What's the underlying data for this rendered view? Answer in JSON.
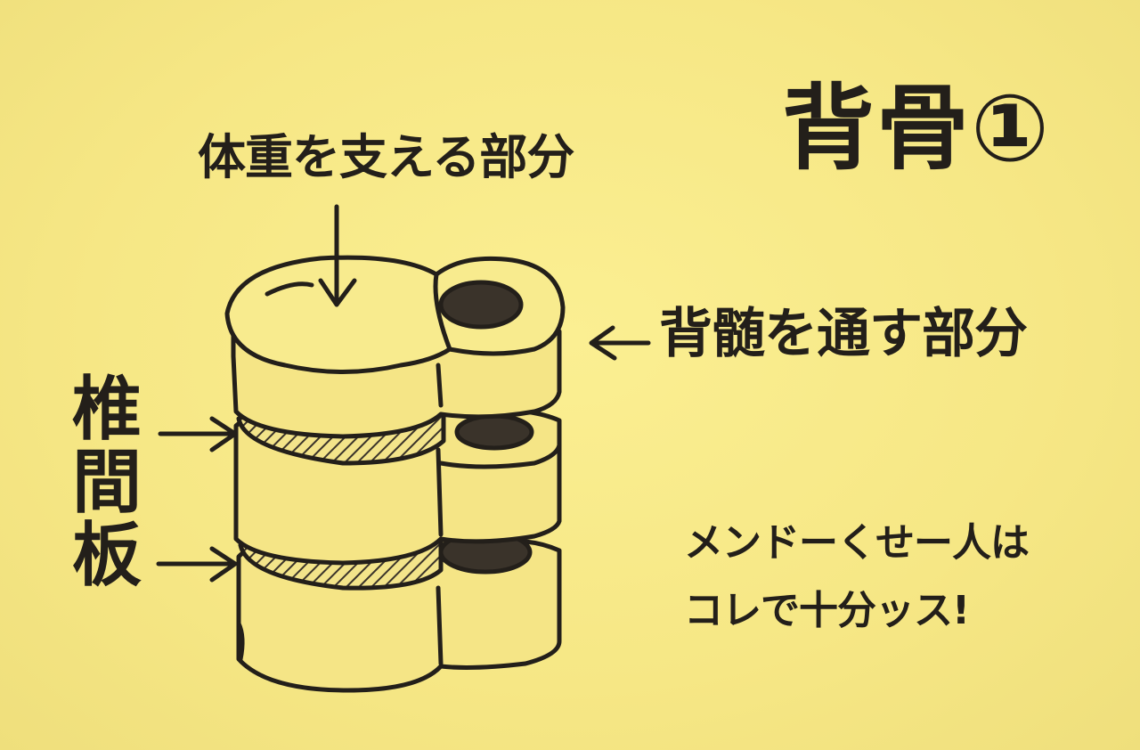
{
  "title": "背骨①",
  "labels": {
    "weight_bearing": "体重を支える部分",
    "spinal_cord_passage": "背髄を通す部分",
    "disc_chars": [
      "椎",
      "間",
      "板"
    ]
  },
  "note": {
    "line1": "メンドーくせー人は",
    "line2": "コレで十分ッス!"
  },
  "colors": {
    "paper": "#f7e98a",
    "ink": "#231f1a",
    "hatch": "#3a332a"
  },
  "icons": {
    "arrows": [
      "arrow-down-icon",
      "arrow-left-icon",
      "arrow-right-icon"
    ]
  }
}
